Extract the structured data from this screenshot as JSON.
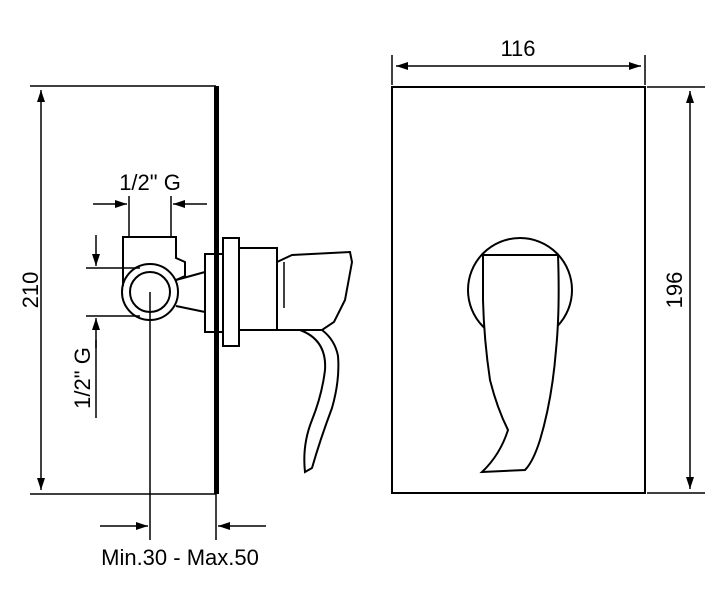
{
  "dimensions": {
    "total_height": "210",
    "plate_width": "116",
    "plate_height": "196",
    "thread_top": "1/2\" G",
    "thread_side": "1/2\" G",
    "wall_depth": "Min.30 - Max.50"
  },
  "colors": {
    "line": "#000000",
    "background": "#ffffff"
  }
}
